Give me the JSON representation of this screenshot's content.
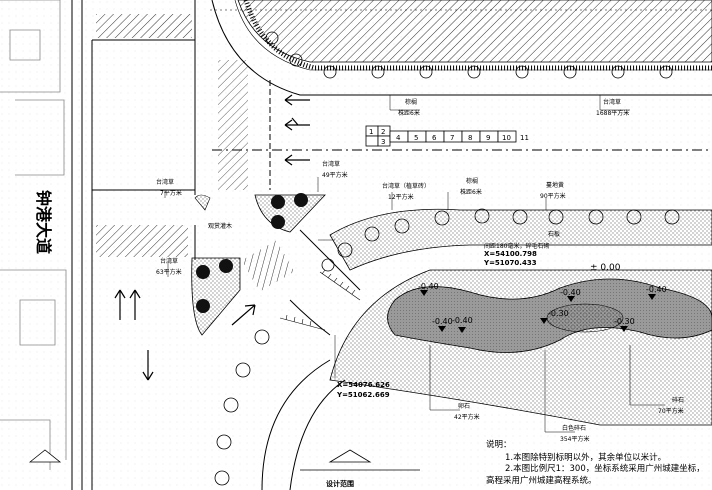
{
  "road_name": "钟港大道",
  "boundary_label": "设计范围",
  "zero_level": "± 0.00",
  "levels": {
    "a": "-0.40",
    "b": "-0.40",
    "c": "-0.40",
    "d": "-0.40",
    "e": "-0.30",
    "f": "-0.30",
    "g": "-0.40"
  },
  "coordinates": {
    "top": {
      "x": "X=54100.798",
      "y": "Y=51070.433"
    },
    "bottom": {
      "x": "X=54076.626",
      "y": "Y=51062.669"
    }
  },
  "labels": {
    "tai_wan_cao_top": {
      "name": "台湾草",
      "qty": "1688平方米"
    },
    "zong_lv_top": {
      "name": "棕榈",
      "qty": "株距6米"
    },
    "tai_wan_cao_49": {
      "name": "台湾草",
      "qty": "49平方米"
    },
    "tai_wan_cao_7": {
      "name": "台湾草",
      "qty": "7平方米"
    },
    "tai_wan_cao_12": {
      "name": "台湾草（植草砖）",
      "qty": "12平方米"
    },
    "zong_lv_mid": {
      "name": "棕榈",
      "qty": "株距6米"
    },
    "manjianghong": {
      "name": "蔓地黄",
      "qty": "90平方米"
    },
    "guanmu": {
      "name": "观赏灌木",
      "qty": ""
    },
    "tai_wan_cao_63": {
      "name": "台湾草",
      "qty": "63平方米"
    },
    "ru_shi": {
      "name": "卵石",
      "qty": "42平方米"
    },
    "white_stone": {
      "name": "白色碎石",
      "qty": "354平方米"
    },
    "sui_shi": {
      "name": "碎石",
      "qty": "70平方米"
    },
    "stone_edge": {
      "name": "石板",
      "qty": ""
    },
    "grid_label": {
      "name": "间距180毫米，碎毛石砌",
      "qty": ""
    }
  },
  "grid_numbers": [
    "1",
    "2",
    "3",
    "4",
    "5",
    "6",
    "7",
    "8",
    "9",
    "10",
    "11"
  ],
  "notes": {
    "title": "说明：",
    "line1": "1.本图除特别标明以外，其余单位以米计。",
    "line2": "2.本图比例尺1：300，坐标系统采用广州城建坐标，",
    "line3": "高程采用广州城建高程系统。"
  }
}
